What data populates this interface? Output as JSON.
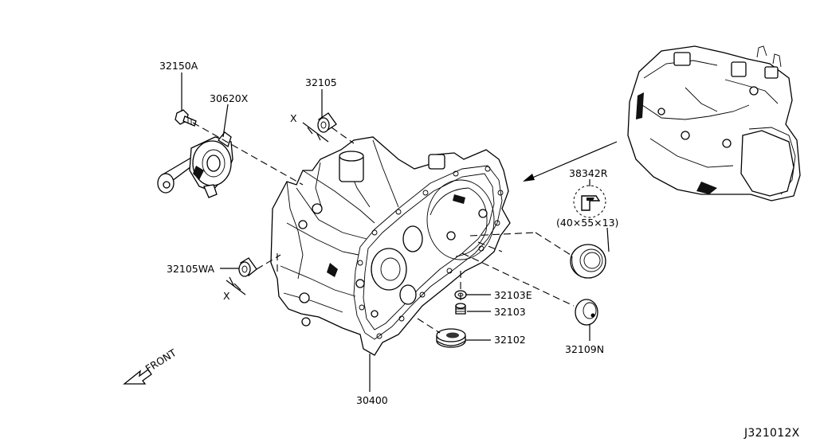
{
  "diagram": {
    "code": "J321012X",
    "front_label": "FRONT"
  },
  "parts": [
    {
      "id": "p1",
      "number": "32150A"
    },
    {
      "id": "p2",
      "number": "30620X"
    },
    {
      "id": "p3",
      "number": "32105"
    },
    {
      "id": "p4",
      "number": "38342R"
    },
    {
      "id": "p5",
      "number": "(40×55×13)"
    },
    {
      "id": "p6",
      "number": "32105WA"
    },
    {
      "id": "p7",
      "number": "32103E"
    },
    {
      "id": "p8",
      "number": "32103"
    },
    {
      "id": "p9",
      "number": "32102"
    },
    {
      "id": "p10",
      "number": "32109N"
    },
    {
      "id": "p11",
      "number": "30400"
    }
  ],
  "markers": [
    "X",
    "X"
  ]
}
